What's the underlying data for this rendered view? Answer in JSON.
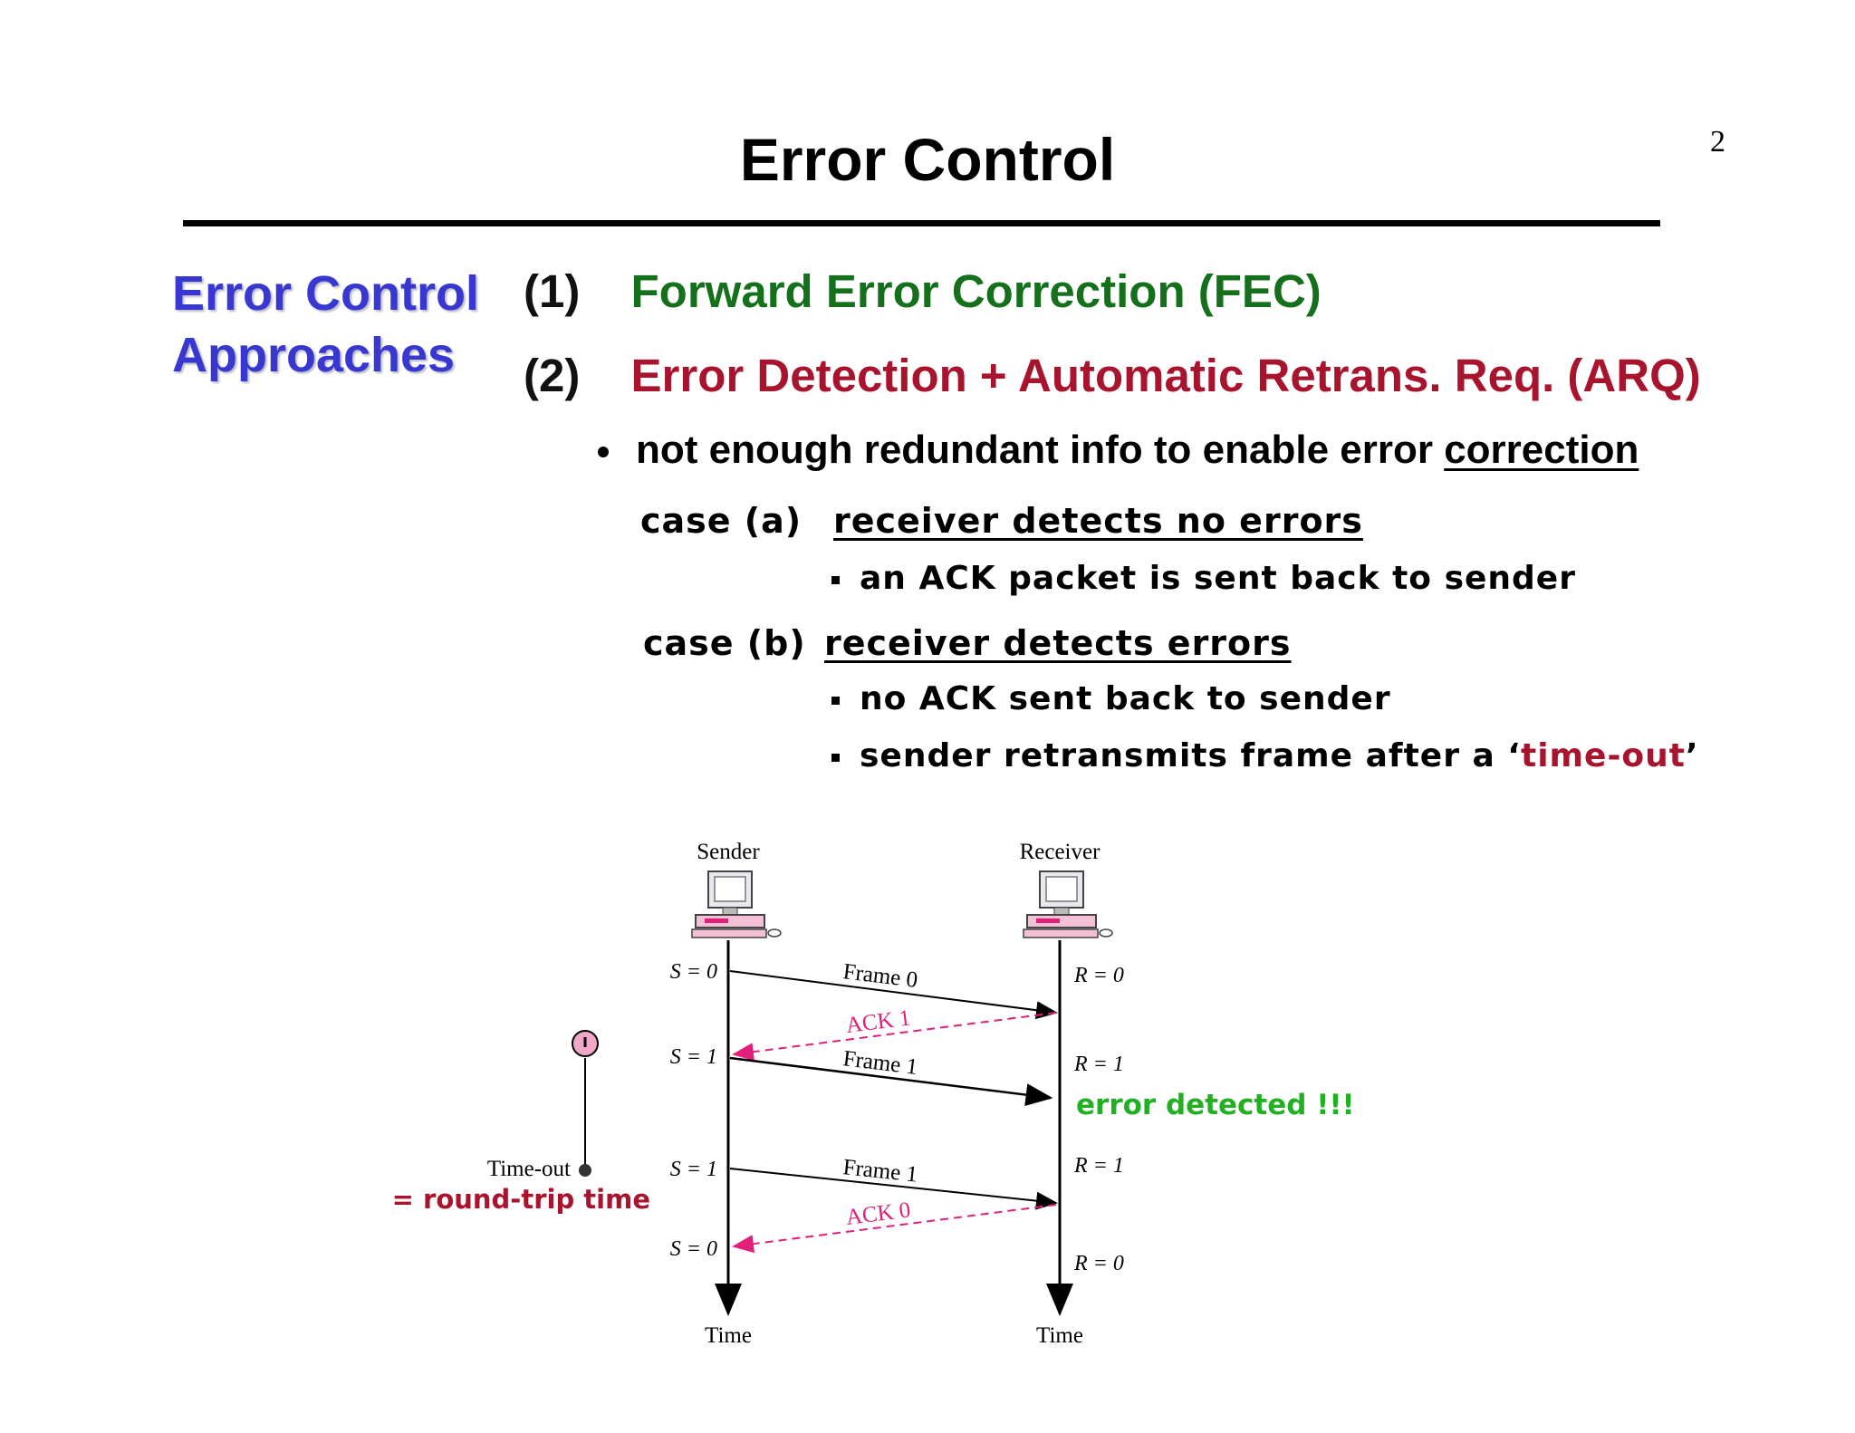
{
  "slide": {
    "page_number": "2",
    "title": "Error Control",
    "side_heading_line1": "Error Control",
    "side_heading_line2": "Approaches"
  },
  "approaches": [
    {
      "num": "(1)",
      "label": "Forward Error Correction (FEC)",
      "color": "#15701c"
    },
    {
      "num": "(2)",
      "label": "Error Detection + Automatic Retrans. Req. (ARQ)",
      "color": "#a8132d"
    }
  ],
  "bullet": {
    "text": "not enough redundant info to enable error ",
    "underlined": "correction"
  },
  "cases": {
    "a": {
      "label": "case (a)",
      "heading": "receiver detects no errors",
      "items": [
        "an ACK packet is sent back to sender"
      ]
    },
    "b": {
      "label": "case (b)",
      "heading": "receiver detects errors",
      "items": [
        "no ACK sent back to sender"
      ],
      "item2_prefix": "sender retransmits frame after a ‘",
      "item2_highlight": "time-out",
      "item2_suffix": "’"
    }
  },
  "diagram": {
    "sender_label": "Sender",
    "receiver_label": "Receiver",
    "time_label_left": "Time",
    "time_label_right": "Time",
    "sender_states": [
      "S = 0",
      "S = 1",
      "S = 1",
      "S = 0"
    ],
    "receiver_states": [
      "R = 0",
      "R = 1",
      "R = 1",
      "R = 0"
    ],
    "frame0": "Frame 0",
    "frame1a": "Frame 1",
    "frame1b": "Frame 1",
    "ack1": "ACK 1",
    "ack0": "ACK 0",
    "error_note": "error detected !!!",
    "timeout_label": "Time-out",
    "roundtrip_label": "= round-trip time",
    "colors": {
      "ack": "#e0207a",
      "error_note": "#22b022",
      "roundtrip": "#a8132d",
      "timer": "#f2a6c8"
    }
  }
}
